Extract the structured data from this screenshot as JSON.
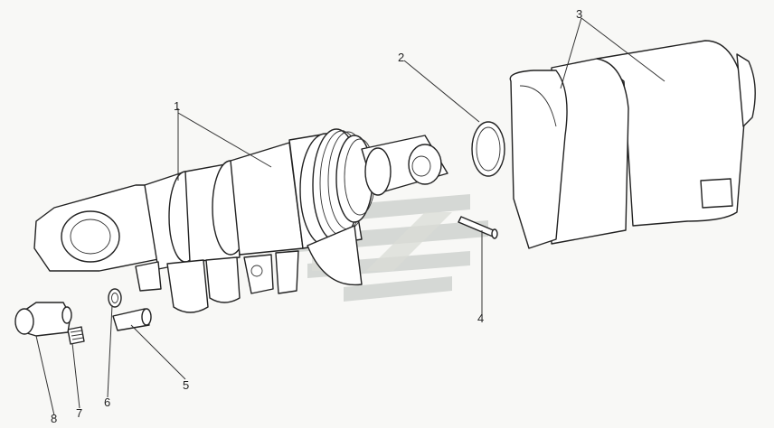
{
  "callouts": [
    {
      "id": "1",
      "label": "1"
    },
    {
      "id": "2",
      "label": "2"
    },
    {
      "id": "3",
      "label": "3"
    },
    {
      "id": "4",
      "label": "4"
    },
    {
      "id": "5",
      "label": "5"
    },
    {
      "id": "6",
      "label": "6"
    },
    {
      "id": "7",
      "label": "7"
    },
    {
      "id": "8",
      "label": "8"
    }
  ],
  "colors": {
    "background": "#f8f8f6",
    "line": "#222222",
    "watermark": "#c9cdc9"
  }
}
